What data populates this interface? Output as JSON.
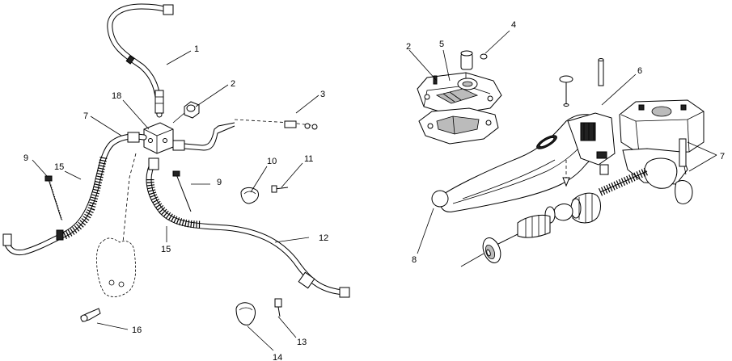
{
  "callouts": [
    {
      "id": "c1",
      "text": "1"
    },
    {
      "id": "c2",
      "text": "2"
    },
    {
      "id": "c3",
      "text": "3"
    },
    {
      "id": "c7a",
      "text": "7"
    },
    {
      "id": "c18",
      "text": "18"
    },
    {
      "id": "c9a",
      "text": "9"
    },
    {
      "id": "c15a",
      "text": "15"
    },
    {
      "id": "c9b",
      "text": "9"
    },
    {
      "id": "c10",
      "text": "10"
    },
    {
      "id": "c11",
      "text": "11"
    },
    {
      "id": "c12",
      "text": "12"
    },
    {
      "id": "c15b",
      "text": "15"
    },
    {
      "id": "c16",
      "text": "16"
    },
    {
      "id": "c13",
      "text": "13"
    },
    {
      "id": "c14",
      "text": "14"
    },
    {
      "id": "c2b",
      "text": "2"
    },
    {
      "id": "c5",
      "text": "5"
    },
    {
      "id": "c4",
      "text": "4"
    },
    {
      "id": "c6",
      "text": "6"
    },
    {
      "id": "c7b",
      "text": "7"
    },
    {
      "id": "c8",
      "text": "8"
    }
  ]
}
